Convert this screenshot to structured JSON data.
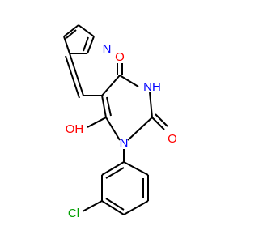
{
  "molecule": {
    "atoms": {
      "pyrrole_n": {
        "label": "N",
        "color": "#0000FF"
      },
      "top_o": {
        "label": "O",
        "color": "#FF0000"
      },
      "nh": {
        "label": "NH",
        "color": "#0000FF"
      },
      "right_o": {
        "label": "O",
        "color": "#FF0000"
      },
      "n1": {
        "label": "N",
        "color": "#0000FF"
      },
      "oh": {
        "label": "OH",
        "color": "#FF0000"
      },
      "cl": {
        "label": "Cl",
        "color": "#00A000"
      }
    },
    "bond_color": "#000000"
  }
}
